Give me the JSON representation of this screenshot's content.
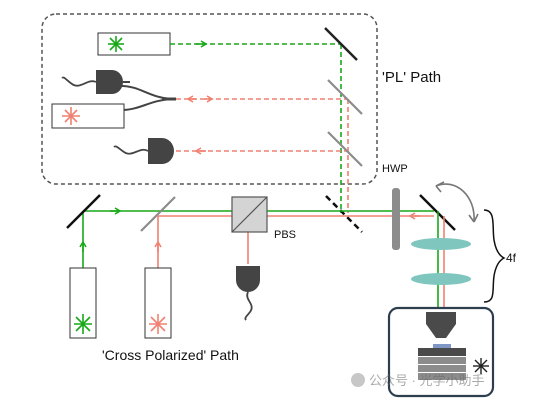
{
  "labels": {
    "pl_path": "'PL' Path",
    "cross_polarized_path": "'Cross Polarized' Path",
    "hwp": "HWP",
    "pbs": "PBS",
    "four_f": "4f"
  },
  "watermark": {
    "text": "公众号 · 光学小助手"
  },
  "colors": {
    "green_beam": "#18a818",
    "red_beam": "#f08070",
    "optic_gray": "#8c8c8c",
    "dark_gray": "#4a4a4a",
    "lens_teal": "#7fc6bf",
    "box_border": "#2d3e4f"
  },
  "icons": {
    "green_star": "green-laser-source-icon",
    "red_star": "red-laser-source-icon",
    "detector": "photodetector-icon",
    "snowflake": "snowflake-icon",
    "objective": "objective-lens-icon",
    "cryostat": "cryostat-stage-icon"
  }
}
